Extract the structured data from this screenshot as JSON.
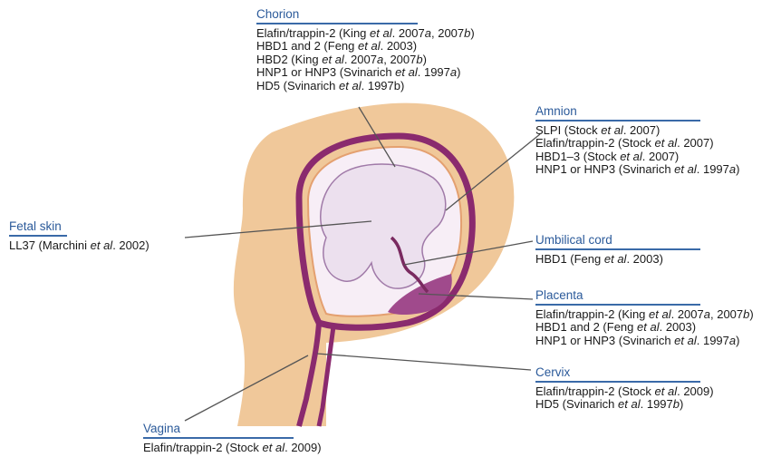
{
  "colors": {
    "body_skin": "#f0c89a",
    "uterus_wall": "#8a2a6e",
    "amniotic_fluid": "#f7eef6",
    "fetus": "#ece0ee",
    "fetus_outline": "#a07aa8",
    "placenta": "#a04a8c",
    "leader_line": "#555555",
    "heading": "#2b5a9a",
    "rule": "#3a6aa8"
  },
  "labels": {
    "chorion": {
      "heading": "Chorion",
      "refs": [
        [
          "Elafin/trappin-2 (King ",
          "et al",
          ". 2007",
          "a",
          ", 2007",
          "b",
          ")"
        ],
        [
          "HBD1 and 2 (Feng ",
          "et al",
          ". 2003)"
        ],
        [
          "HBD2 (King ",
          "et al",
          ". 2007",
          "a",
          ", 2007",
          "b",
          ")"
        ],
        [
          "HNP1 or HNP3 (Svinarich ",
          "et al",
          ". 1997",
          "a",
          ")"
        ],
        [
          "HD5 (Svinarich ",
          "et al",
          ". 1997b)"
        ]
      ]
    },
    "amnion": {
      "heading": "Amnion",
      "refs": [
        [
          "SLPI (Stock ",
          "et al",
          ". 2007)"
        ],
        [
          "Elafin/trappin-2 (Stock ",
          "et al",
          ". 2007)"
        ],
        [
          "HBD1–3 (Stock ",
          "et al",
          ". 2007)"
        ],
        [
          "HNP1 or HNP3 (Svinarich ",
          "et al",
          ". 1997",
          "a",
          ")"
        ]
      ]
    },
    "fetal_skin": {
      "heading": "Fetal skin",
      "refs": [
        [
          "LL37 (Marchini ",
          "et al",
          ". 2002)"
        ]
      ]
    },
    "umbilical_cord": {
      "heading": "Umbilical cord",
      "refs": [
        [
          "HBD1 (Feng ",
          "et al",
          ". 2003)"
        ]
      ]
    },
    "placenta": {
      "heading": "Placenta",
      "refs": [
        [
          "Elafin/trappin-2 (King ",
          "et al",
          ". 2007",
          "a",
          ", 2007",
          "b",
          ")"
        ],
        [
          "HBD1 and 2 (Feng ",
          "et al",
          ". 2003)"
        ],
        [
          "HNP1 or HNP3 (Svinarich ",
          "et al",
          ". 1997",
          "a",
          ")"
        ]
      ]
    },
    "cervix": {
      "heading": "Cervix",
      "refs": [
        [
          "Elafin/trappin-2 (Stock ",
          "et al",
          ". 2009)"
        ],
        [
          "HD5 (Svinarich ",
          "et al",
          ". 1997",
          "b",
          ")"
        ]
      ]
    },
    "vagina": {
      "heading": "Vagina",
      "refs": [
        [
          "Elafin/trappin-2 (Stock ",
          "et al",
          ". 2009)"
        ]
      ]
    }
  }
}
